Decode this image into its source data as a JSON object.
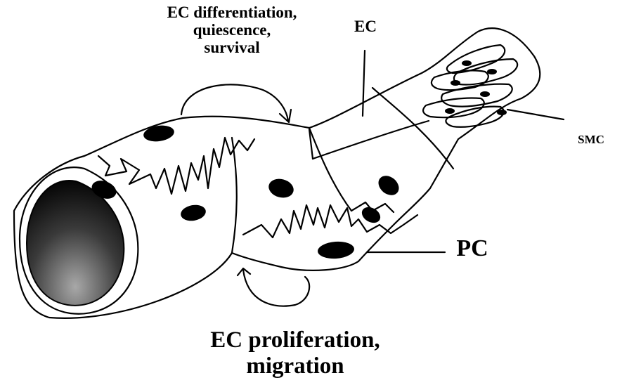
{
  "labels": {
    "ec_effects": [
      "EC differentiation,",
      "quiescence,",
      "survival"
    ],
    "ec": "EC",
    "smc": "SMC",
    "pc": "PC",
    "ec_response": [
      "EC proliferation,",
      "migration"
    ]
  },
  "colors": {
    "stroke": "#000000",
    "background": "#ffffff",
    "lumen_dark": "#050505",
    "lumen_light": "#a8a8a8"
  }
}
